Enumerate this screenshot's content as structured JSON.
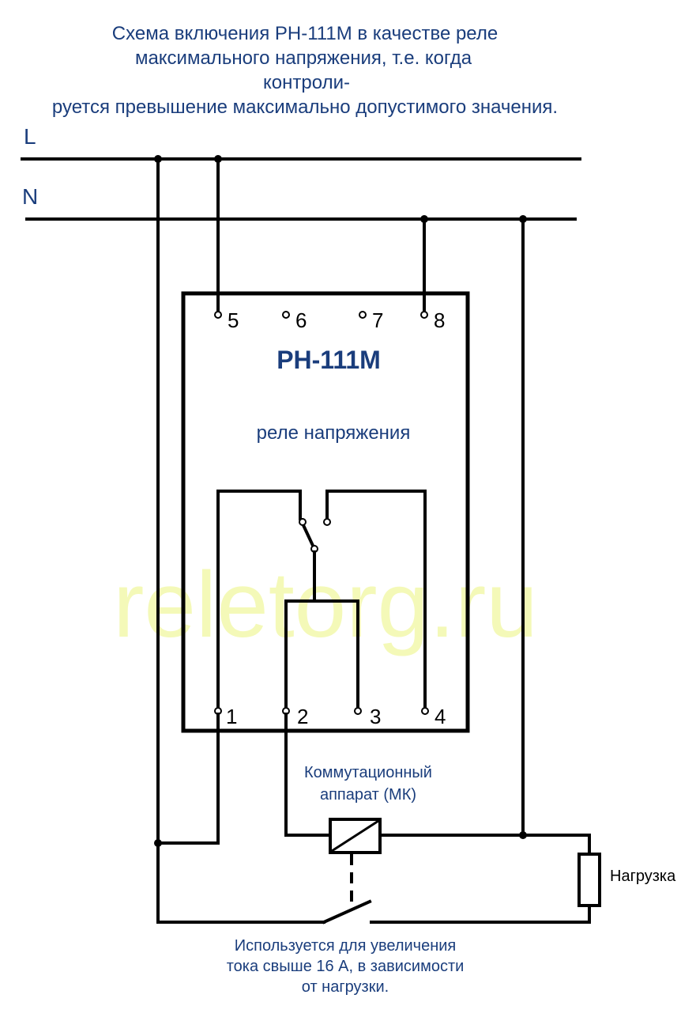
{
  "title": {
    "lines": [
      "Схема включения РН-111М в качестве реле",
      "максимального напряжения, т.е. когда",
      "контроли-",
      "руется превышение максимально допустимого значения."
    ]
  },
  "bus": {
    "line_l": "L",
    "line_n": "N"
  },
  "relay": {
    "name": "РН-111М",
    "subtitle": "реле напряжения",
    "terminals_top": [
      "5",
      "6",
      "7",
      "8"
    ],
    "terminals_bottom": [
      "1",
      "2",
      "3",
      "4"
    ]
  },
  "watermark": "reletorg.ru",
  "contactor": {
    "label_line1": "Коммутационный",
    "label_line2": "аппарат (МК)"
  },
  "load": {
    "label": "Нагрузка"
  },
  "note": {
    "lines": [
      "Используется для увеличения",
      "тока свыше 16 А, в зависимости",
      "от нагрузки."
    ]
  },
  "colors": {
    "title": "#1a3d7c",
    "watermark": "#f4f9b8",
    "lines": "#000000"
  }
}
